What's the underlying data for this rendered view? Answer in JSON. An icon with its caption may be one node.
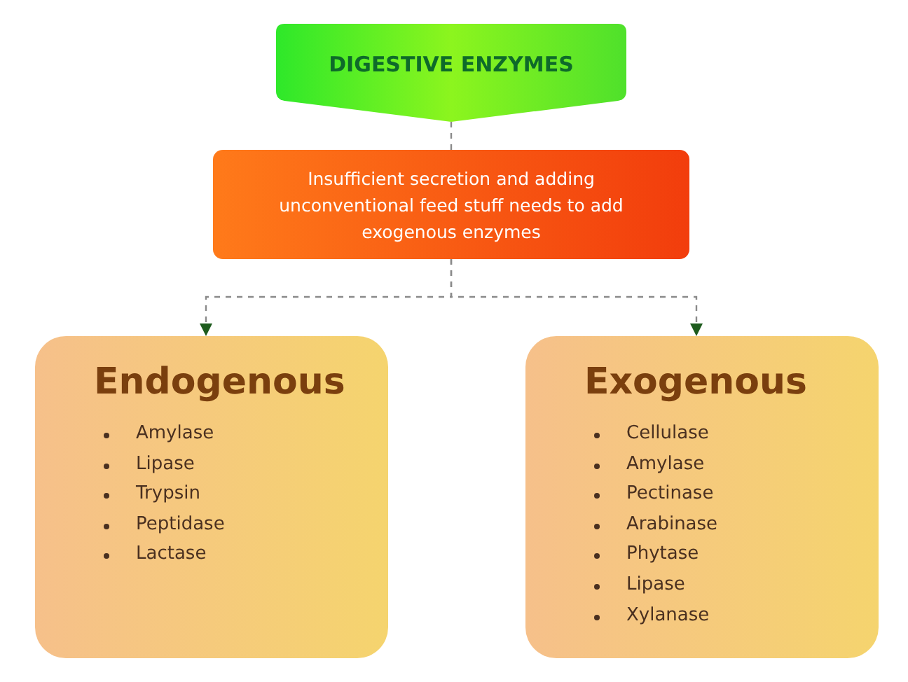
{
  "diagram": {
    "nodes": [
      {
        "text": [
          "DIGESTIVE ENZYMES"
        ]
      },
      {
        "text": [
          "Insufficient secretion and adding unconventional feed stuff needs to add exogenous enzymes"
        ]
      },
      {
        "text": [
          "Endogenous",
          "Amylase",
          "Lipase",
          "Trypsin",
          "Peptidase",
          "Lactase"
        ]
      },
      {
        "text": [
          "Exogenous",
          "Cellulase",
          "Amylase",
          "Pectinase",
          "Arabinase",
          "Phytase",
          "Lipase",
          "Xylanase"
        ]
      }
    ],
    "edges": [
      {
        "from": 0,
        "to": 1,
        "arrow": "none",
        "style": "dashed"
      },
      {
        "from": 1,
        "to": 2,
        "arrow": "to",
        "style": "dashed"
      },
      {
        "from": 1,
        "to": 3,
        "arrow": "to",
        "style": "dashed"
      }
    ]
  }
}
